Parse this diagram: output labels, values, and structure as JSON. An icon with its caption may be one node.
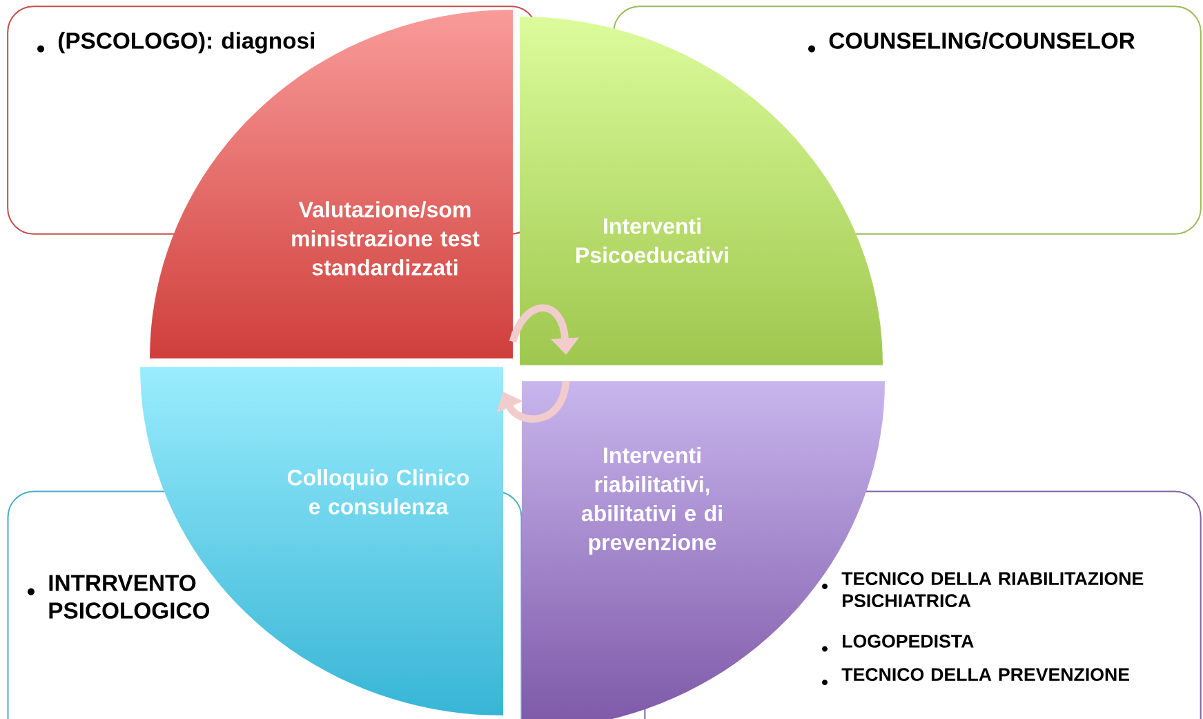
{
  "diagram": {
    "nodes": [
      {
        "text": [
          "(PSCOLOGO): diagnosi"
        ]
      },
      {
        "text": [
          "COUNSELING/COUNSELOR"
        ]
      },
      {
        "text": [
          "Valutazione/som ministrazione test standardizzati"
        ]
      },
      {
        "text": [
          "Interventi Psicoeducativi"
        ]
      },
      {
        "text": [
          "Colloquio Clinico e consulenza"
        ]
      },
      {
        "text": [
          "Interventi riabilitativi, abilitativi e di prevenzione"
        ]
      },
      {
        "text": [
          "INTRRVENTO PSICOLOGICO"
        ]
      },
      {
        "text": [
          "TECNICO DELLA RIABILITAZIONE PSICHIATRICA",
          "LOGOPEDISTA",
          "TECNICO DELLA PREVENZIONE"
        ]
      }
    ],
    "edges": [
      {
        "from": 2,
        "to": 3,
        "arrow": "to"
      },
      {
        "from": 5,
        "to": 4,
        "arrow": "to"
      }
    ]
  }
}
